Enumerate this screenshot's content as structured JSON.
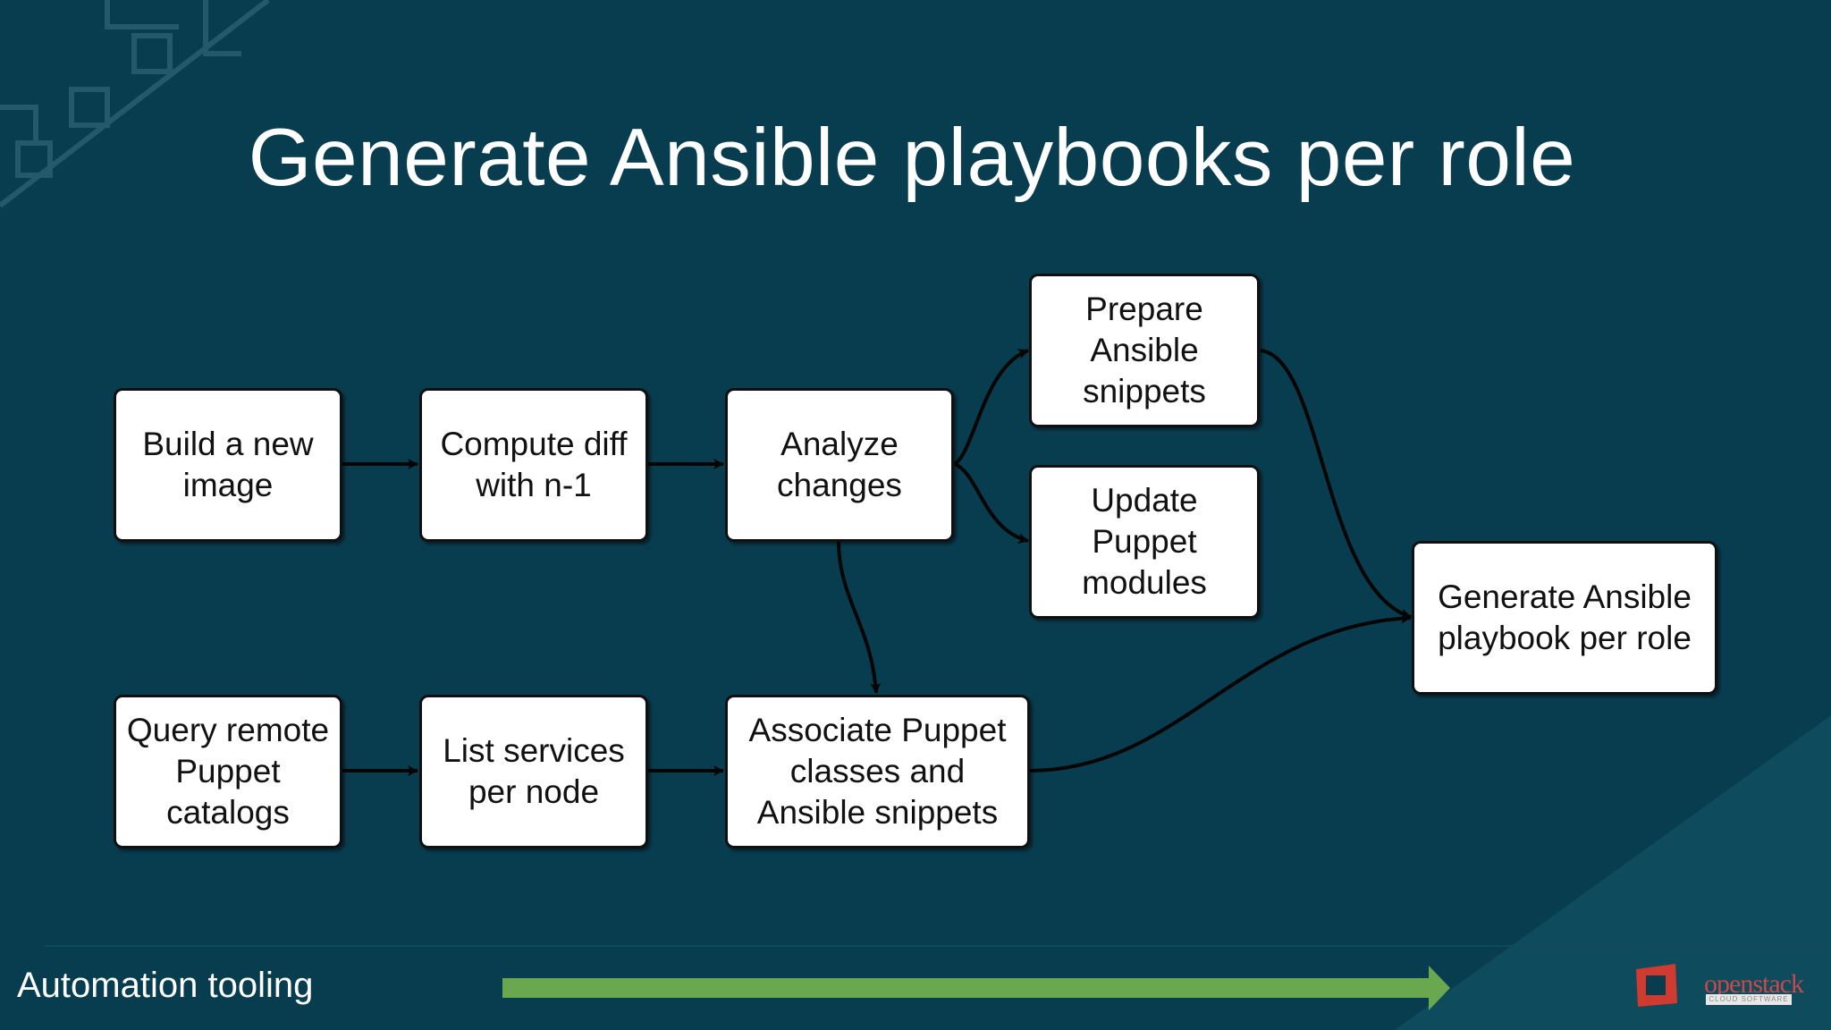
{
  "slide": {
    "title": "Generate Ansible playbooks per role",
    "footer": "Automation tooling"
  },
  "diagram": {
    "nodes": {
      "build": "Build a new\nimage",
      "diff": "Compute diff\nwith n-1",
      "analyze": "Analyze\nchanges",
      "prepare": "Prepare\nAnsible\nsnippets",
      "update": "Update\nPuppet\nmodules",
      "generate": "Generate Ansible\nplaybook per role",
      "query": "Query remote\nPuppet\ncatalogs",
      "list": "List services\nper node",
      "associate": "Associate Puppet\nclasses and\nAnsible snippets"
    },
    "edges": [
      [
        "build",
        "diff"
      ],
      [
        "diff",
        "analyze"
      ],
      [
        "analyze",
        "prepare"
      ],
      [
        "analyze",
        "update"
      ],
      [
        "analyze",
        "associate"
      ],
      [
        "prepare",
        "generate"
      ],
      [
        "query",
        "list"
      ],
      [
        "list",
        "associate"
      ],
      [
        "associate",
        "generate"
      ]
    ]
  },
  "branding": {
    "logo_text": "openstack",
    "logo_subtext": "CLOUD SOFTWARE"
  },
  "colors": {
    "background": "#083d4f",
    "progress_arrow": "#6aa84f",
    "logo_red": "#d03a2f"
  }
}
